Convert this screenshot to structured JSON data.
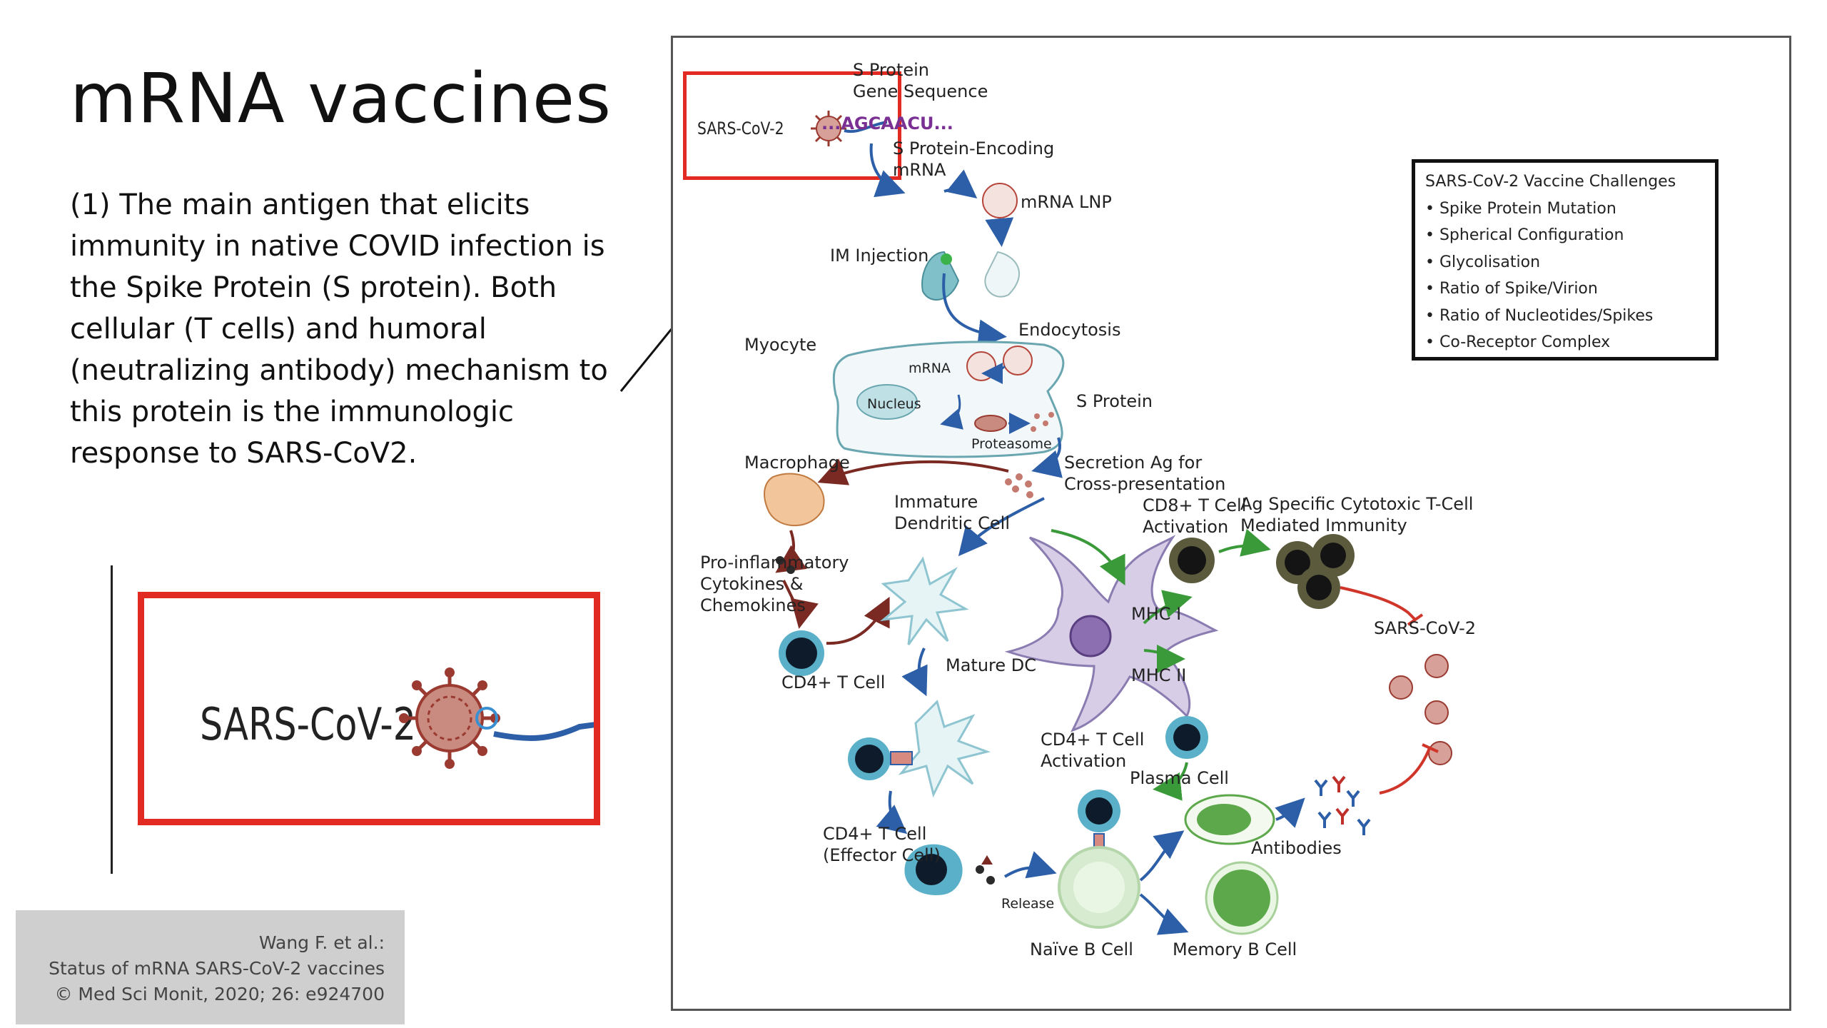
{
  "slide": {
    "title": "mRNA vaccines",
    "body_lines": [
      "(1) The main antigen that elicits",
      "immunity in native COVID infection is",
      "the Spike Protein (S protein).  Both",
      "cellular (T cells) and humoral",
      "(neutralizing antibody) mechanism to",
      "this protein is the immunologic",
      "response to SARS-CoV2."
    ],
    "zoom_label": "SARS-CoV-2",
    "citation": [
      "Wang F. et al.:",
      "Status of mRNA SARS-CoV-2 vaccines",
      "© Med Sci Monit, 2020; 26: e924700"
    ]
  },
  "figure": {
    "sars_cov2_top": "SARS-CoV-2",
    "s_protein_gene": [
      "S Protein",
      "Gene Sequence"
    ],
    "sequence": "...AGCAACU...",
    "s_protein_mrna": [
      "S Protein-Encoding",
      "mRNA"
    ],
    "mrna_lnp": "mRNA LNP",
    "im_injection": "IM Injection",
    "endocytosis": "Endocytosis",
    "myocyte": "Myocyte",
    "mrna_small": "mRNA",
    "nucleus": "Nucleus",
    "s_protein": "S Protein",
    "proteasome": "Proteasome",
    "macrophage": "Macrophage",
    "secretion": [
      "Secretion Ag for",
      "Cross-presentation"
    ],
    "immature_dc": [
      "Immature",
      "Dendritic Cell"
    ],
    "pro_inflammatory": [
      "Pro-inflammatory",
      "Cytokines &",
      "Chemokines"
    ],
    "cd4_t_cell": "CD4+ T Cell",
    "mature_dc": "Mature DC",
    "cd4_effector": [
      "CD4+ T Cell",
      "(Effector Cell)"
    ],
    "release": "Release",
    "cd8_activation": [
      "CD8+ T Cell",
      "Activation"
    ],
    "ag_specific": [
      "Ag Specific Cytotoxic T-Cell",
      "Mediated Immunity"
    ],
    "mhc1": "MHC I",
    "mhc2": "MHC II",
    "sars_cov2_right": "SARS-CoV-2",
    "cd4_activation": [
      "CD4+ T Cell",
      "Activation"
    ],
    "plasma_cell": "Plasma Cell",
    "antibodies": "Antibodies",
    "naive_b": "Naïve B Cell",
    "memory_b": "Memory B Cell",
    "challenges_title": "SARS-CoV-2 Vaccine Challenges",
    "challenges": [
      "• Spike Protein Mutation",
      "• Spherical Configuration",
      "• Glycolisation",
      "• Ratio of Spike/Virion",
      "• Ratio of Nucleotides/Spikes",
      "• Co-Receptor Complex"
    ]
  },
  "colors": {
    "highlight_red": "#e02a22",
    "arrow_blue": "#2d5fa8",
    "arrow_green": "#3a9a3a",
    "arrow_brown": "#7a2a22",
    "sequence_purple": "#7a2f93",
    "virus_red": "#b5453a",
    "citation_bg": "#cfcfcf"
  }
}
